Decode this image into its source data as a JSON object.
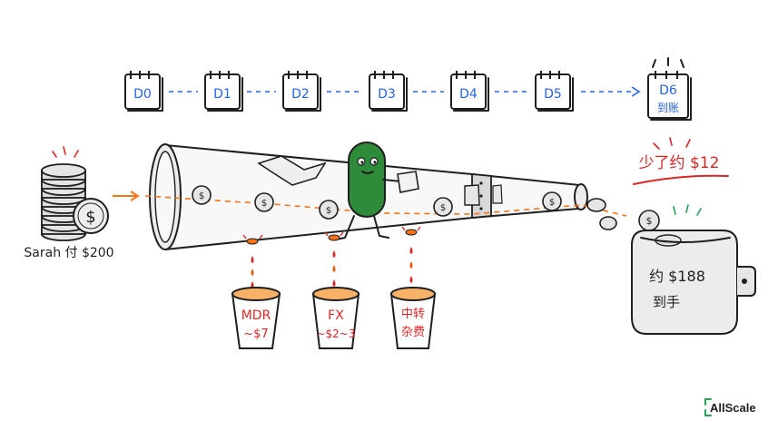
{
  "timeline": {
    "days": [
      "D0",
      "D1",
      "D2",
      "D3",
      "D4",
      "D5"
    ],
    "final_day": "D6",
    "final_note": "到账",
    "color": "#2563eb"
  },
  "sender": {
    "label": "Sarah 付 $200"
  },
  "fees": [
    {
      "line1": "MDR",
      "line2": "~$7"
    },
    {
      "line1": "FX",
      "line2": "~$2~3"
    },
    {
      "line1": "中转",
      "line2": "杂费"
    }
  ],
  "loss": {
    "label": "少了约 $12",
    "color": "#dc2626"
  },
  "wallet": {
    "line1": "约 $188",
    "line2": "到手"
  },
  "brand": {
    "name": "AllScale",
    "accent": "#22a35a"
  },
  "colors": {
    "arrow": "#f97316",
    "creature": "#2e8b3a"
  }
}
